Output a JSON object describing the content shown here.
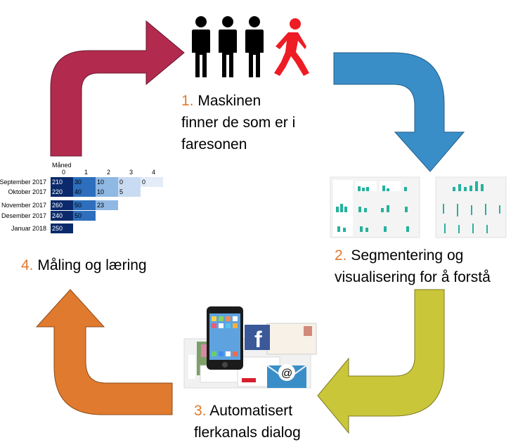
{
  "steps": [
    {
      "num": "1.",
      "line1": "Maskinen",
      "line2": "finner de som er i",
      "line3": "faresonen"
    },
    {
      "num": "2.",
      "line1": "Segmentering og",
      "line2": "visualisering for å forstå"
    },
    {
      "num": "3.",
      "line1": "Automatisert",
      "line2": "flerkanals dialog"
    },
    {
      "num": "4.",
      "line1": "Måling og læring"
    }
  ],
  "colors": {
    "arrow_top": "#b22a4e",
    "arrow_right": "#3a8ec8",
    "arrow_bottom": "#c9c63a",
    "arrow_left": "#e07a2e",
    "person_black": "#000000",
    "person_red": "#ee1c24",
    "number_orange": "#e07a2e"
  },
  "icons": [
    "person-standing-icon",
    "person-standing-icon",
    "person-standing-icon",
    "person-walking-away-icon",
    "facebook-icon",
    "email-at-icon",
    "smartphone-icon",
    "envelope-letter-icon"
  ],
  "cohort_table": {
    "axis_title": "Måned",
    "columns": [
      "0",
      "1",
      "2",
      "3",
      "4"
    ],
    "rows": [
      {
        "label": "September 2017",
        "values": [
          "210",
          "30",
          "10",
          "0",
          "0"
        ]
      },
      {
        "label": "Oktober 2017",
        "values": [
          "220",
          "40",
          "10",
          "5"
        ]
      },
      {
        "label": "November 2017",
        "values": [
          "260",
          "50",
          "23"
        ]
      },
      {
        "label": "Desember 2017",
        "values": [
          "240",
          "50"
        ]
      },
      {
        "label": "Januar 2018",
        "values": [
          "250"
        ]
      }
    ]
  }
}
